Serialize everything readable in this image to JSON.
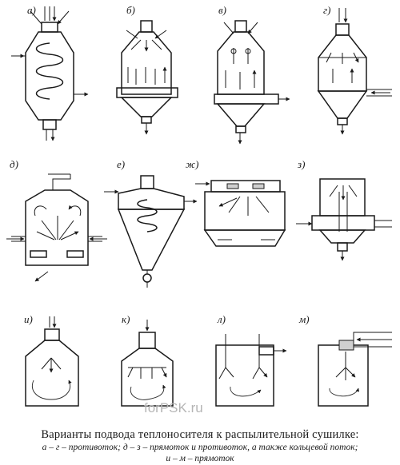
{
  "caption": {
    "title": "Варианты подвода теплоносителя к распылительной сушилке:",
    "line1": "а – г – противоток; д – з – прямоток и противоток, а также кольцевой поток;",
    "line2": "и – м – прямоток"
  },
  "watermark": "forPSK.ru",
  "variants": [
    {
      "id": "a",
      "label": "а)"
    },
    {
      "id": "b",
      "label": "б)"
    },
    {
      "id": "v",
      "label": "в)"
    },
    {
      "id": "g",
      "label": "г)"
    },
    {
      "id": "d",
      "label": "д)"
    },
    {
      "id": "e",
      "label": "е)"
    },
    {
      "id": "zh",
      "label": "ж)"
    },
    {
      "id": "z",
      "label": "з)"
    },
    {
      "id": "i",
      "label": "и)"
    },
    {
      "id": "k",
      "label": "к)"
    },
    {
      "id": "l",
      "label": "л)"
    },
    {
      "id": "m",
      "label": "м)"
    }
  ]
}
